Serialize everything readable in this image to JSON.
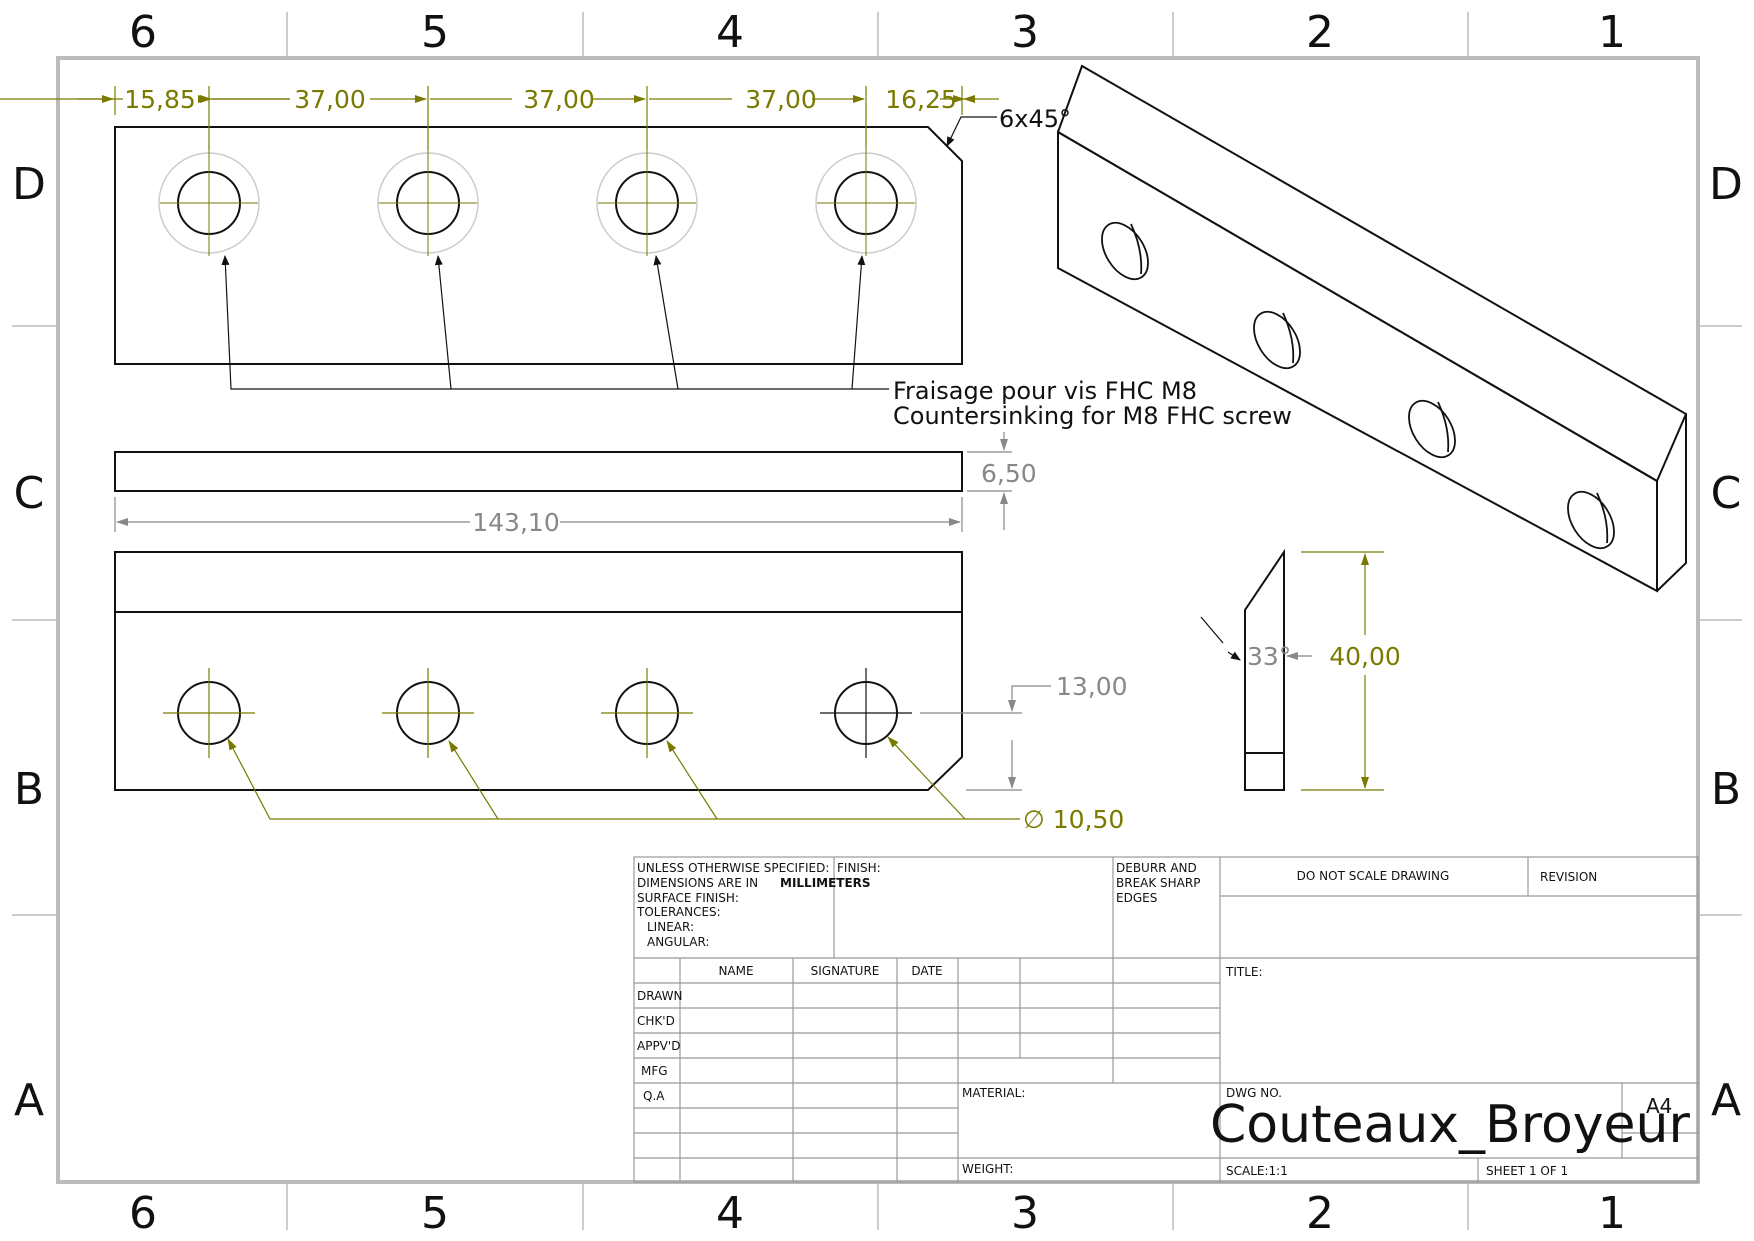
{
  "zones": {
    "columns": [
      "6",
      "5",
      "4",
      "3",
      "2",
      "1"
    ],
    "rows": [
      "D",
      "C",
      "B",
      "A"
    ]
  },
  "dimensions": {
    "hole_spacing_start": "15,85",
    "hole_spacing_1": "37,00",
    "hole_spacing_2": "37,00",
    "hole_spacing_3": "37,00",
    "hole_spacing_end": "16,25",
    "chamfer": "6x45°",
    "thickness": "6,50",
    "overall_length": "143,10",
    "hole_height": "13,00",
    "hole_diameter": "∅ 10,50",
    "bevel_angle": "33°",
    "blade_height": "40,00"
  },
  "notes": {
    "countersink_fr": "Fraisage pour vis FHC M8",
    "countersink_en": "Countersinking for M8 FHC screw"
  },
  "title_block": {
    "unless_line1": "UNLESS OTHERWISE SPECIFIED:",
    "unless_line2": "DIMENSIONS ARE IN",
    "unless_units": "MILLIMETERS",
    "surface_finish": "SURFACE FINISH:",
    "tolerances": "TOLERANCES:",
    "linear": "LINEAR:",
    "angular": "ANGULAR:",
    "finish": "FINISH:",
    "deburr_1": "DEBURR AND",
    "deburr_2": "BREAK SHARP",
    "deburr_3": "EDGES",
    "do_not_scale": "DO NOT SCALE DRAWING",
    "revision": "REVISION",
    "name_header": "NAME",
    "signature_header": "SIGNATURE",
    "date_header": "DATE",
    "drawn": "DRAWN",
    "chkd": "CHK'D",
    "appvd": "APPV'D",
    "mfg": "MFG",
    "qa": "Q.A",
    "title_label": "TITLE:",
    "material_label": "MATERIAL:",
    "weight_label": "WEIGHT:",
    "dwg_no_label": "DWG NO.",
    "dwg_no": "Couteaux_Broyeur",
    "sheet_size": "A4",
    "scale": "SCALE:1:1",
    "sheet": "SHEET 1 OF 1"
  },
  "colors": {
    "line": "#111111",
    "dimension": "#7a7a00",
    "reference_dimension": "#888888",
    "frame": "#bbbbbb"
  }
}
